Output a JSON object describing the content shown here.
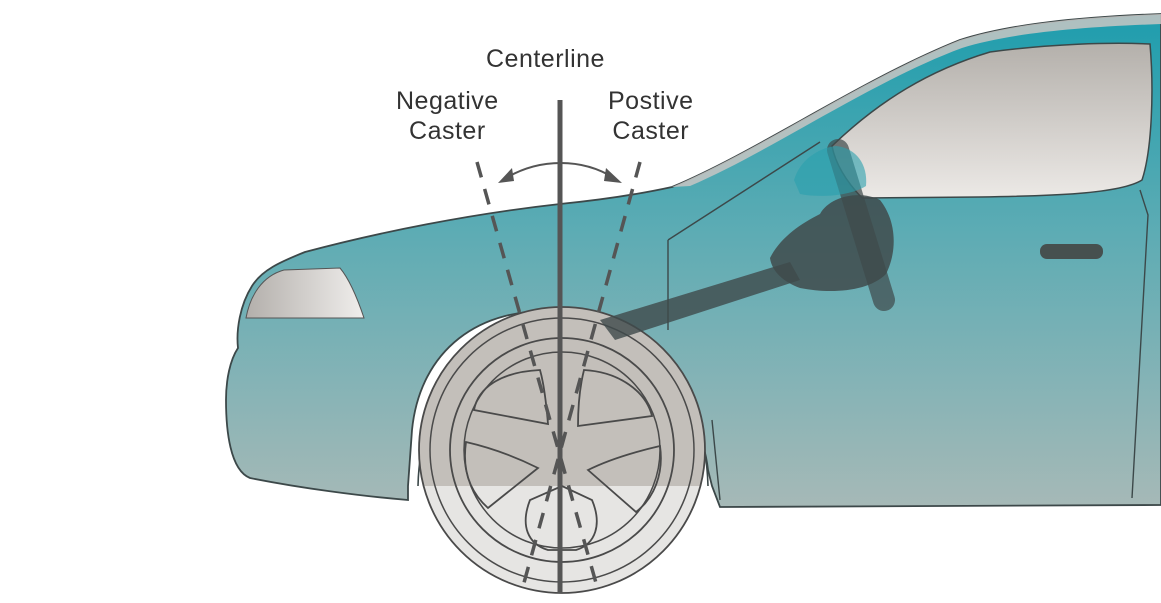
{
  "labels": {
    "centerline": "Centerline",
    "negative_caster": [
      "Negative",
      "Caster"
    ],
    "positive_caster": [
      "Postive",
      "Caster"
    ]
  },
  "colors": {
    "car_body_top": "#2aa0ad",
    "car_body_bottom": "#a2b8b6",
    "window": "#c2bdb8",
    "tire": "#c4c0bb",
    "tire_lower": "#e5e4e2",
    "steering": "#3f4a4b",
    "lines": "#555555"
  }
}
